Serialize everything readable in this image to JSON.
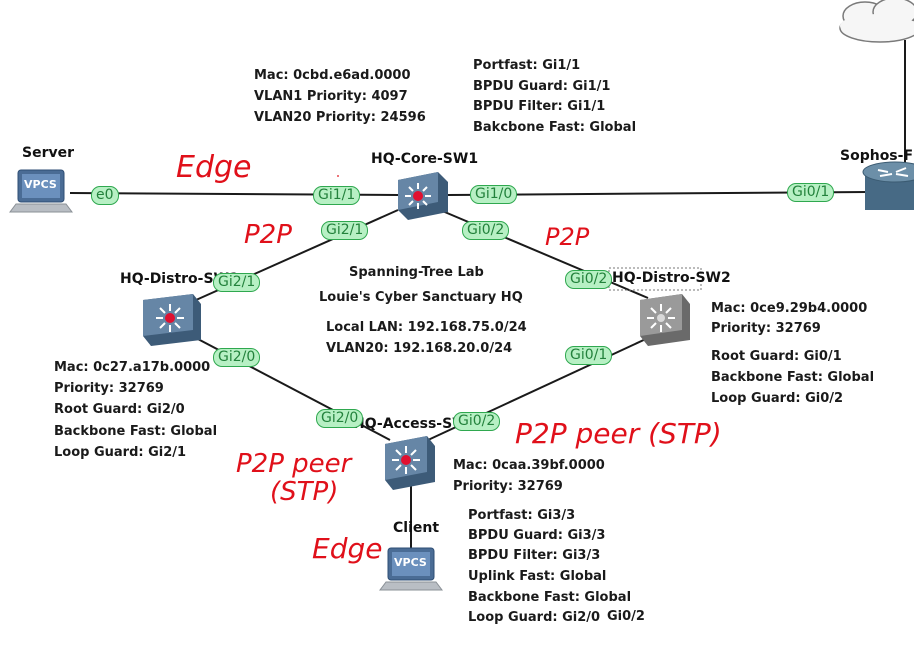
{
  "colors": {
    "link": "#1a1a1a",
    "port_fill": "#b7f0c4",
    "port_border": "#2fa84f",
    "port_text": "#23823c",
    "annotation": "#e0101a",
    "switch_blue": "#5f7f9f",
    "switch_gray": "#8a8a8a"
  },
  "devices": {
    "server": {
      "label": "Server",
      "icon": "vpcs-icon",
      "badge": "VPCS"
    },
    "client": {
      "label": "Client",
      "icon": "vpcs-icon",
      "badge": "VPCS"
    },
    "core": {
      "label": "HQ-Core-SW1",
      "icon": "switch-icon"
    },
    "distro1": {
      "label": "HQ-Distro-SW1",
      "icon": "switch-icon"
    },
    "distro2": {
      "label": "HQ-Distro-SW2",
      "icon": "switch-icon"
    },
    "access": {
      "label": "HQ-Access-SW1",
      "icon": "switch-icon"
    },
    "sophos": {
      "label": "Sophos-F",
      "icon": "router-icon"
    },
    "internet": {
      "icon": "cloud-icon"
    }
  },
  "ports": {
    "server_e0": "e0",
    "core_gi11": "Gi1/1",
    "core_gi10": "Gi1/0",
    "core_gi21": "Gi2/1",
    "core_gi02": "Gi0/2",
    "sophos_gi01": "Gi0/1",
    "distro1_gi21": "Gi2/1",
    "distro1_gi20": "Gi2/0",
    "distro2_gi02": "Gi0/2",
    "distro2_gi01": "Gi0/1",
    "access_gi20": "Gi2/0",
    "access_gi02": "Gi0/2"
  },
  "info": {
    "core_mac": [
      "Mac: 0cbd.e6ad.0000",
      "VLAN1 Priority: 4097",
      "VLAN20 Priority: 24596"
    ],
    "core_features": [
      "Portfast: Gi1/1",
      "BPDU Guard: Gi1/1",
      "BPDU Filter: Gi1/1",
      "Bakcbone Fast: Global"
    ],
    "distro1": [
      "Mac: 0c27.a17b.0000",
      "Priority: 32769",
      "Root Guard: Gi2/0",
      "Backbone Fast: Global",
      "Loop Guard: Gi2/1"
    ],
    "distro2_mac": [
      "Mac: 0ce9.29b4.0000",
      "Priority: 32769"
    ],
    "distro2_features": [
      "Root Guard: Gi0/1",
      "Backbone Fast: Global",
      "Loop Guard: Gi0/2"
    ],
    "access_mac": [
      "Mac: 0caa.39bf.0000",
      "Priority: 32769"
    ],
    "access_features": [
      "Portfast: Gi3/3",
      "BPDU Guard: Gi3/3",
      "BPDU Filter: Gi3/3",
      "Uplink Fast: Global",
      "Backbone Fast: Global",
      "Loop Guard: Gi2/0"
    ],
    "access_extra": "Gi0/2"
  },
  "center": [
    "Spanning-Tree Lab",
    "Louie's Cyber Sanctuary HQ",
    "Local LAN: 192.168.75.0/24",
    "VLAN20: 192.168.20.0/24"
  ],
  "annotations": {
    "edge_server": "Edge",
    "p2p_left": "P2P",
    "p2p_right": "P2P",
    "p2p_peer_right": "P2P peer (STP)",
    "p2p_peer_left_1": "P2P peer",
    "p2p_peer_left_2": "(STP)",
    "edge_client": "Edge"
  }
}
